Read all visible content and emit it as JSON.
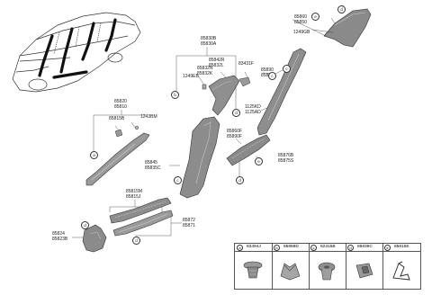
{
  "labels": {
    "l85860": [
      "85860",
      "85850"
    ],
    "l1249gb": "1249GB",
    "l85830": [
      "85830B",
      "85830A"
    ],
    "l85842": [
      "85842R",
      "85832L"
    ],
    "l85832": [
      "85832N",
      "85832K"
    ],
    "l1249eb": "1249EB",
    "l83431": "83431F",
    "l85890": [
      "85890",
      "85880"
    ],
    "l1125": [
      "1125KD",
      "1125AD"
    ],
    "l85820": [
      "85820",
      "85810"
    ],
    "l85815b": "85815B",
    "l1243bm": "1243BM",
    "l85845": [
      "85845",
      "85835C"
    ],
    "l85860f": [
      "85860F",
      "85890F"
    ],
    "l85876": [
      "85876B",
      "85875S"
    ],
    "l85815m": [
      "85815M",
      "85815J"
    ],
    "l85872": [
      "85872",
      "85871"
    ],
    "l85824": [
      "85824",
      "85823B"
    ]
  },
  "callouts": {
    "a": "a",
    "b": "b",
    "c": "c",
    "d": "d",
    "e": "e"
  },
  "legend": [
    {
      "letter": "a",
      "part": "83494J",
      "icon": "push-clip-icon"
    },
    {
      "letter": "b",
      "part": "85868D",
      "icon": "spring-clip-icon"
    },
    {
      "letter": "c",
      "part": "82315B",
      "icon": "grommet-clip-icon"
    },
    {
      "letter": "d",
      "part": "85839C",
      "icon": "square-clip-icon"
    },
    {
      "letter": "e",
      "part": "85815E",
      "icon": "wire-clip-icon"
    }
  ]
}
